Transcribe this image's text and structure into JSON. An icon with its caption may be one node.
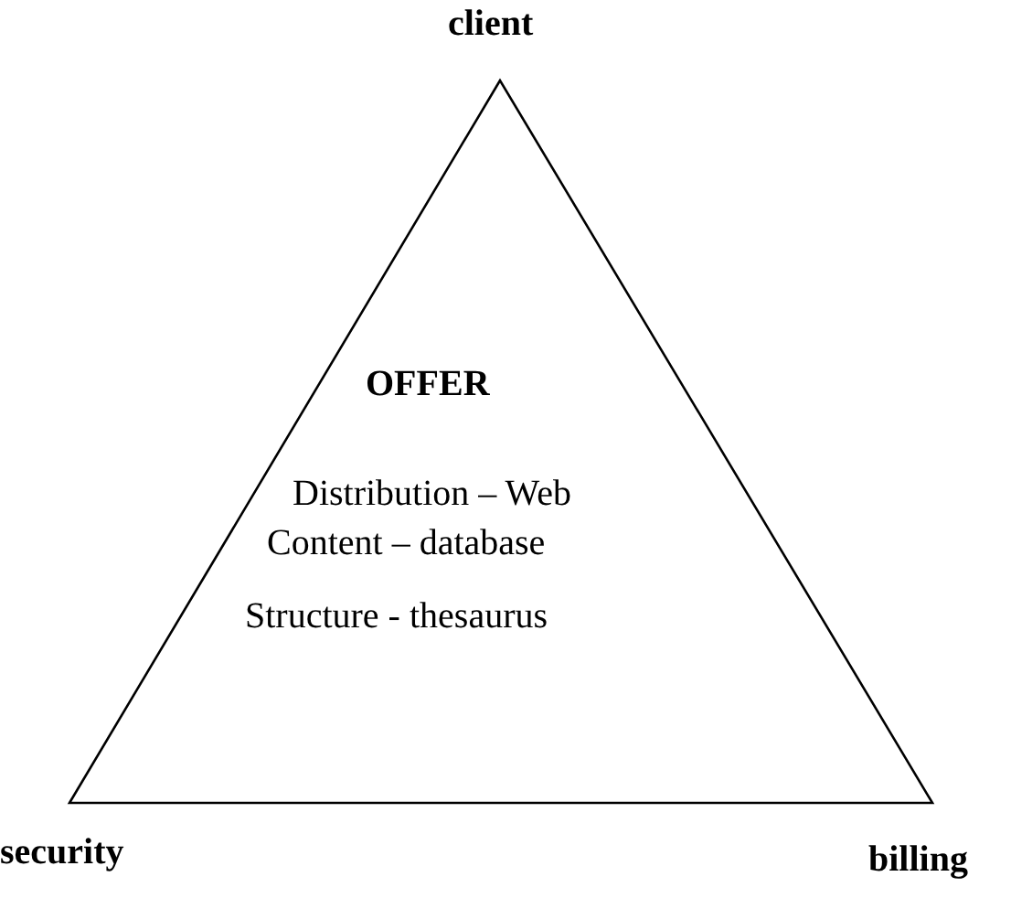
{
  "diagram": {
    "nodes": [
      {
        "text": [
          "OFFER",
          "Distribution – Web",
          "Content – database",
          "Structure - thesaurus"
        ]
      }
    ],
    "labels": [
      "client",
      "security",
      "billing"
    ]
  }
}
